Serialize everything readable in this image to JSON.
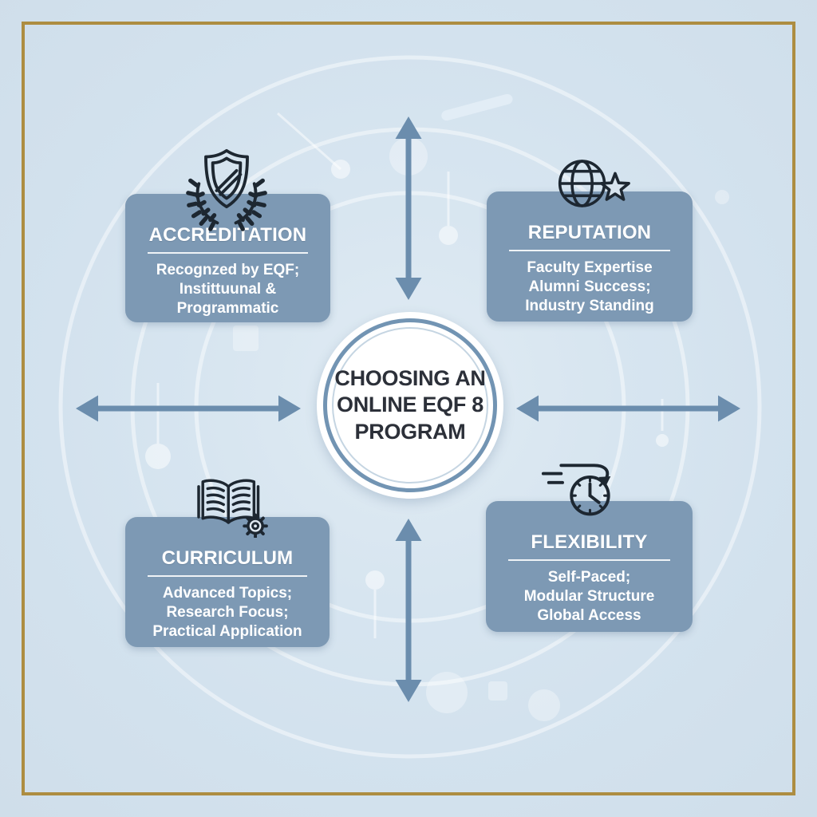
{
  "title": "CHOOSING AN ONLINE EQF 8 PROGRAM",
  "center": {
    "line1": "CHOOSING AN",
    "line2": "ONLINE EQF 8",
    "line3": "PROGRAM"
  },
  "quadrants": [
    {
      "heading": "ACCREDITATION",
      "line1": "Recognzed by EQF;",
      "line2": "Instittuunal &",
      "line3": "Programmatic",
      "icon": "shield-laurel-icon"
    },
    {
      "heading": "REPUTATION",
      "line1": "Faculty Expertise",
      "line2": "Alumni Success;",
      "line3": "Industry Standing",
      "icon": "globe-star-icon"
    },
    {
      "heading": "CURRICULUM",
      "line1": "Advanced Topics;",
      "line2": "Research Focus;",
      "line3": "Practical Application",
      "icon": "book-gear-icon"
    },
    {
      "heading": "FLEXIBILITY",
      "line1": "Self-Paced;",
      "line2": "Modular Structure",
      "line3": "Global Access",
      "icon": "clock-speed-icon"
    }
  ],
  "colors": {
    "background": "#d5e3ef",
    "card": "#7d99b4",
    "arrow": "#6b8dad",
    "gold_frame": "#ad8d41",
    "icon_stroke": "#1d2731",
    "center_ring": "#7294b3",
    "center_text": "#2c3039",
    "card_text": "#ffffff"
  }
}
